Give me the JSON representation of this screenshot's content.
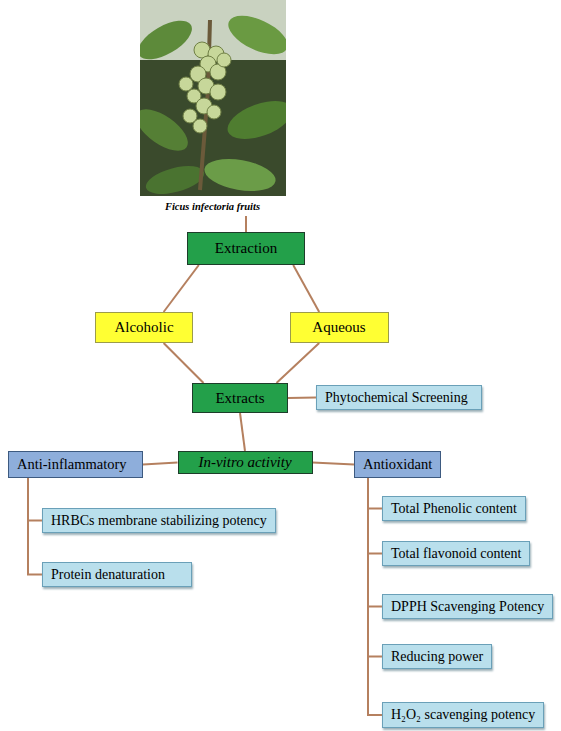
{
  "diagram": {
    "nodes": [
      {
        "text": [
          "Extraction"
        ]
      },
      {
        "text": [
          "Alcoholic"
        ]
      },
      {
        "text": [
          "Aqueous"
        ]
      },
      {
        "text": [
          "Extracts"
        ]
      },
      {
        "text": [
          "Phytochemical Screening"
        ]
      },
      {
        "text": [
          "In-vitro activity"
        ]
      },
      {
        "text": [
          "Anti-inflammatory"
        ]
      },
      {
        "text": [
          "Antioxidant"
        ]
      },
      {
        "text": [
          "HRBCs membrane stabilizing potency"
        ]
      },
      {
        "text": [
          "Protein denaturation"
        ]
      },
      {
        "text": [
          "Total Phenolic content"
        ]
      },
      {
        "text": [
          "Total flavonoid content"
        ]
      },
      {
        "text": [
          "DPPH Scavenging Potency"
        ]
      },
      {
        "text": [
          "Reducing power"
        ]
      },
      {
        "text": [
          "H₂O₂ scavenging potency"
        ]
      }
    ],
    "edges": [
      {
        "from": 0,
        "to": 1,
        "arrow": "none"
      },
      {
        "from": 0,
        "to": 2,
        "arrow": "none"
      },
      {
        "from": 1,
        "to": 3,
        "arrow": "none"
      },
      {
        "from": 2,
        "to": 3,
        "arrow": "none"
      },
      {
        "from": 3,
        "to": 4,
        "arrow": "none"
      },
      {
        "from": 3,
        "to": 5,
        "arrow": "none"
      },
      {
        "from": 5,
        "to": 6,
        "arrow": "none"
      },
      {
        "from": 5,
        "to": 7,
        "arrow": "none"
      },
      {
        "from": 6,
        "to": 8,
        "arrow": "none"
      },
      {
        "from": 6,
        "to": 9,
        "arrow": "none"
      },
      {
        "from": 7,
        "to": 10,
        "arrow": "none"
      },
      {
        "from": 7,
        "to": 11,
        "arrow": "none"
      },
      {
        "from": 7,
        "to": 12,
        "arrow": "none"
      },
      {
        "from": 7,
        "to": 13,
        "arrow": "none"
      },
      {
        "from": 7,
        "to": 14,
        "arrow": "none"
      }
    ],
    "labels": [
      "Ficus infectoria fruits"
    ]
  }
}
